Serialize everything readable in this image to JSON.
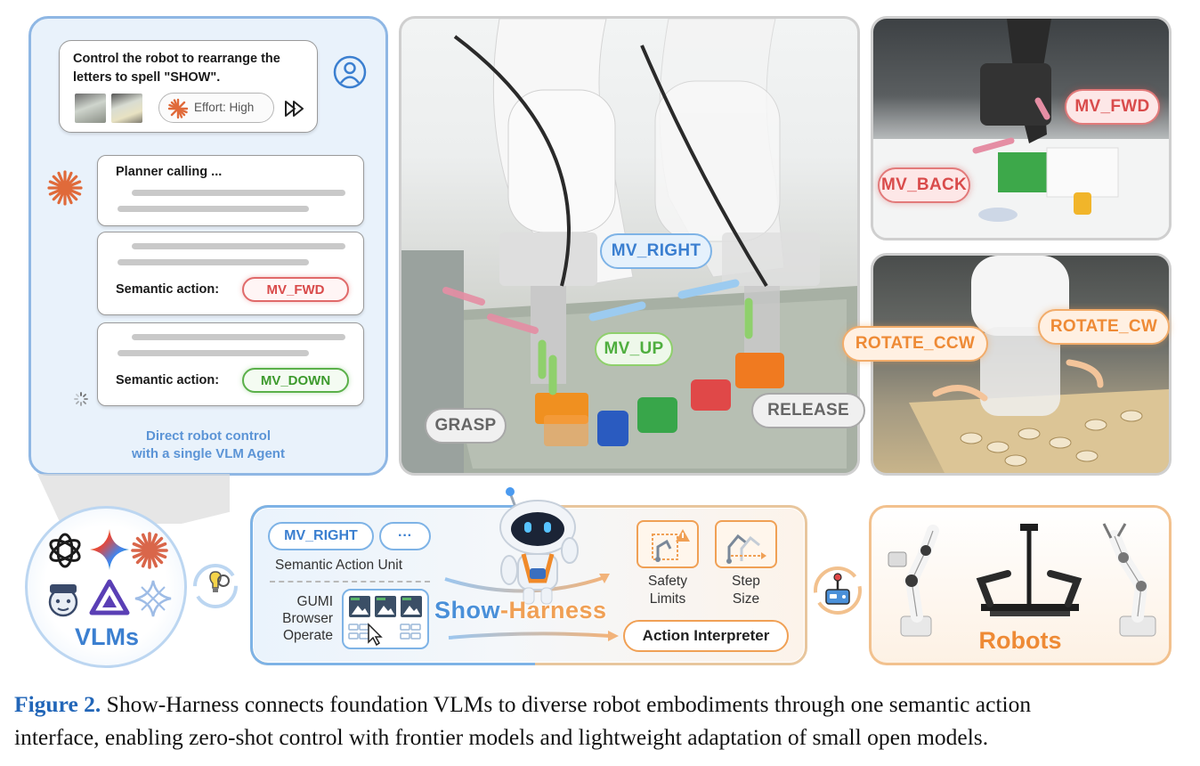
{
  "chat": {
    "prompt_line1": "Control the robot to rearrange the",
    "prompt_line2": "letters to spell \"SHOW\".",
    "effort_label": "Effort: High",
    "planner_text": "Planner calling ...",
    "action1_label": "Semantic action:",
    "action1_value": "MV_FWD",
    "action2_label": "Semantic action:",
    "action2_value": "MV_DOWN",
    "footer_line1": "Direct robot control",
    "footer_line2": "with a single VLM Agent"
  },
  "main_scene": {
    "tags": {
      "mv_right": "MV_RIGHT",
      "mv_up": "MV_UP",
      "grasp": "GRASP",
      "release": "RELEASE"
    }
  },
  "top_right_scene": {
    "tags": {
      "mv_fwd": "MV_FWD",
      "mv_back": "MV_BACK"
    }
  },
  "bottom_right_scene": {
    "tags": {
      "rotate_ccw": "ROTATE_CCW",
      "rotate_cw": "ROTATE_CW"
    }
  },
  "vlms": {
    "label": "VLMs"
  },
  "harness": {
    "action_chip": "MV_RIGHT",
    "more_chip": "···",
    "semantic_unit_label": "Semantic Action Unit",
    "gumi_line1": "GUMI",
    "gumi_line2": "Browser",
    "gumi_line3": "Operate",
    "brand_part1": "Show",
    "brand_part2": "-Harness",
    "safety_line1": "Safety",
    "safety_line2": "Limits",
    "step_line1": "Step",
    "step_line2": "Size",
    "interpreter": "Action Interpreter"
  },
  "robots": {
    "label": "Robots"
  },
  "caption": {
    "figure_label": "Figure 2.",
    "text_line1": "Show-Harness connects foundation VLMs to diverse robot embodiments through one semantic action",
    "text_line2": "interface, enabling zero-shot control with frontier models and lightweight adaptation of small open models."
  },
  "colors": {
    "blue_accent": "#3b7fd0",
    "red_tag": "#d94b4b",
    "green_tag": "#4fae3f",
    "orange_accent": "#f0a055",
    "caption_blue": "#2266b8"
  }
}
